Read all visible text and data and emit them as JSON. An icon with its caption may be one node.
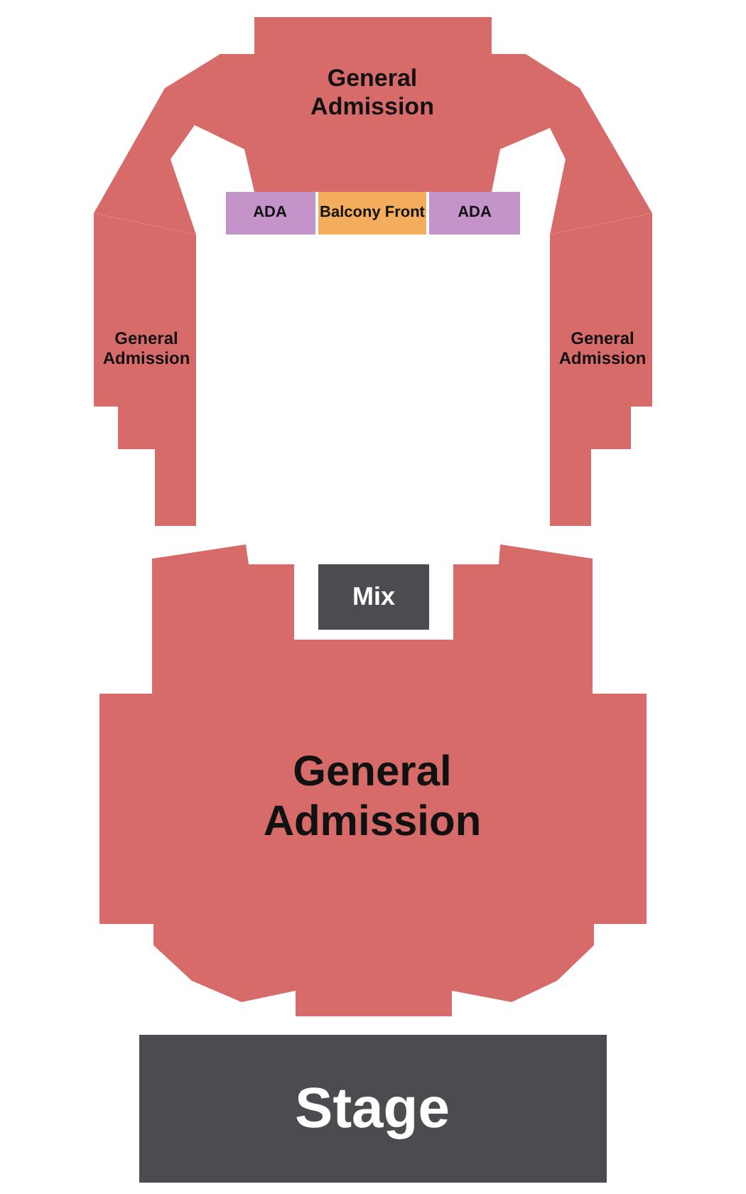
{
  "diagram": {
    "nodes": [
      {
        "text": [
          "General Admission"
        ]
      },
      {
        "text": [
          "ADA"
        ]
      },
      {
        "text": [
          "Balcony Front"
        ]
      },
      {
        "text": [
          "ADA"
        ]
      },
      {
        "text": [
          "General Admission"
        ]
      },
      {
        "text": [
          "General Admission"
        ]
      },
      {
        "text": [
          "Mix"
        ]
      },
      {
        "text": [
          "General Admission"
        ]
      },
      {
        "text": [
          "Stage"
        ]
      }
    ]
  }
}
